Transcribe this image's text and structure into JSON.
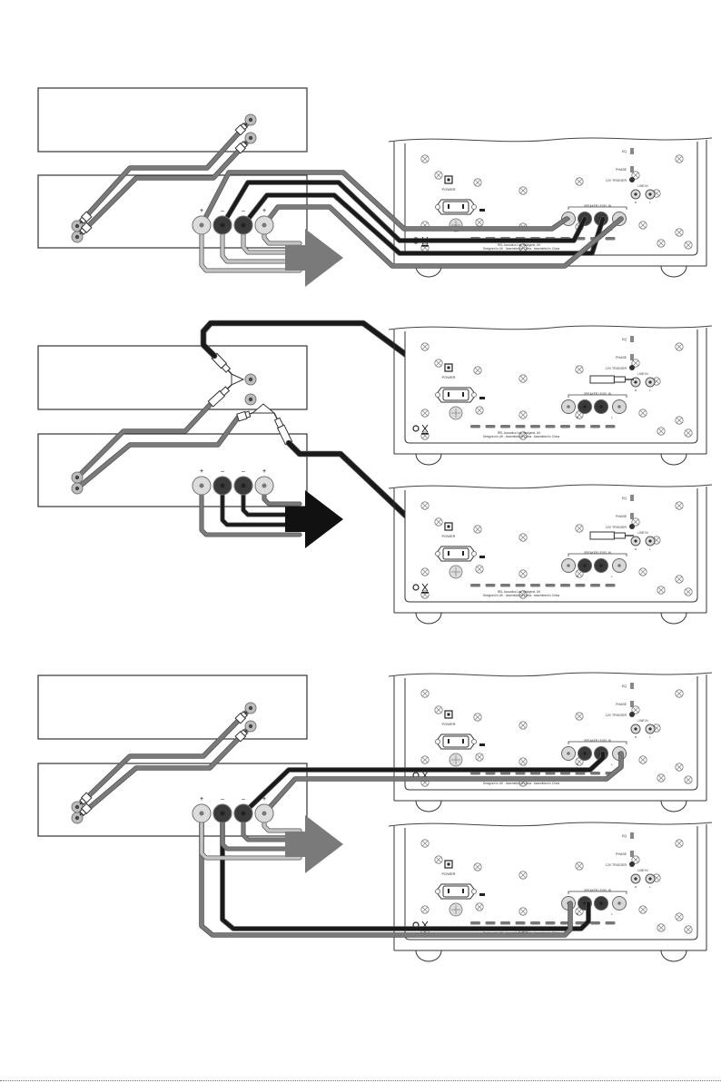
{
  "page": {
    "title": "Subwoofer connection diagrams",
    "colors": {
      "cable_black": "#1a1a1a",
      "cable_grey": "#7a7a7a",
      "cable_light": "#c4c4c4",
      "arrow_grey": "#7a7a7a",
      "arrow_black": "#111111",
      "terminal_light": "#dcdcdc",
      "terminal_dark": "#3a3a3a",
      "outline": "#222222"
    }
  },
  "subwoofer_panel": {
    "labels": {
      "eq": "EQ",
      "phase": "PHASE",
      "trigger": "12V TRIGGER",
      "line_in": "LINE IN",
      "speaker_level_in": "SPEAKER LEVEL IN",
      "power": "POWER",
      "line_in_r": "R",
      "line_in_l": "L",
      "spk_r": "R",
      "spk_l": "L",
      "plus": "+",
      "minus": "–",
      "footer_line1": "REL Acoustics Ltd., Bridgend, UK",
      "footer_line2": "Designed in UK · Assembled in China · Assembled in China"
    }
  },
  "amplifier": {
    "terminal_labels": [
      "+",
      "–",
      "–",
      "+"
    ]
  },
  "diagrams": [
    {
      "id": "diagram-1",
      "description": "Single subwoofer connected via speaker-level cables from amplifier terminals",
      "connection_type": "speaker-level",
      "subwoofers": 1,
      "arrow_color": "grey"
    },
    {
      "id": "diagram-2",
      "description": "Two subwoofers connected via RCA Y-splitters to LINE IN",
      "connection_type": "line-level",
      "subwoofers": 2,
      "arrow_color": "black"
    },
    {
      "id": "diagram-3",
      "description": "Two subwoofers each connected via speaker-level cables to one channel",
      "connection_type": "speaker-level",
      "subwoofers": 2,
      "arrow_color": "grey"
    }
  ]
}
